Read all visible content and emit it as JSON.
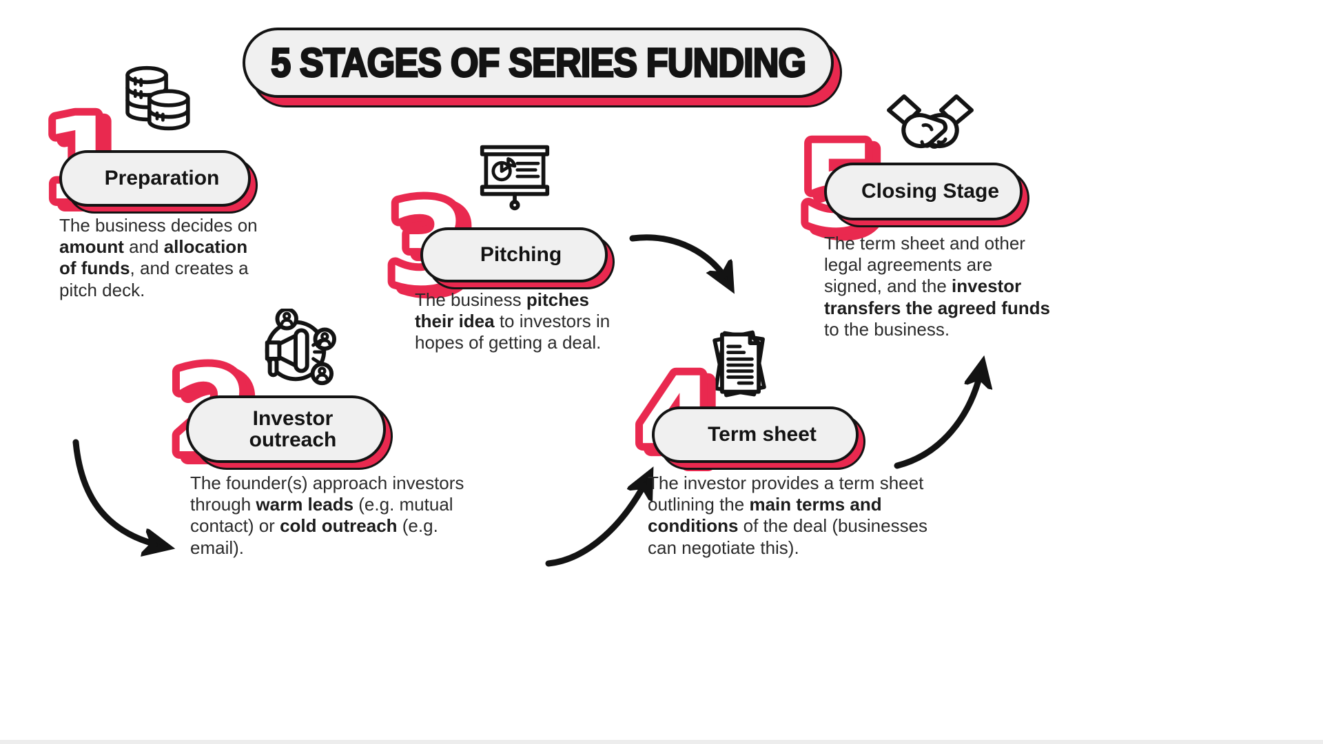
{
  "title": "5 STAGES OF SERIES FUNDING",
  "colors": {
    "accent": "#e9294f",
    "outline": "#131313",
    "pill_background": "#f0f0f0",
    "body_text": "#2b2b2b",
    "page_background": "#ffffff"
  },
  "stages": [
    {
      "number": "1",
      "label": "Preparation",
      "icon": "coins-icon",
      "description": [
        {
          "text": "The business decides on ",
          "bold": false
        },
        {
          "text": "amount",
          "bold": true
        },
        {
          "text": " and ",
          "bold": false
        },
        {
          "text": "allocation of funds",
          "bold": true
        },
        {
          "text": ", and creates a pitch deck.",
          "bold": false
        }
      ]
    },
    {
      "number": "2",
      "label": "Investor\noutreach",
      "icon": "megaphone-icon",
      "description": [
        {
          "text": "The founder(s) approach investors through ",
          "bold": false
        },
        {
          "text": "warm leads",
          "bold": true
        },
        {
          "text": " (e.g. mutual contact) or ",
          "bold": false
        },
        {
          "text": "cold outreach",
          "bold": true
        },
        {
          "text": " (e.g. email).",
          "bold": false
        }
      ]
    },
    {
      "number": "3",
      "label": "Pitching",
      "icon": "presentation-icon",
      "description": [
        {
          "text": "The business ",
          "bold": false
        },
        {
          "text": "pitches their idea",
          "bold": true
        },
        {
          "text": " to investors in hopes of getting a deal.",
          "bold": false
        }
      ]
    },
    {
      "number": "4",
      "label": "Term sheet",
      "icon": "documents-icon",
      "description": [
        {
          "text": "The investor provides a term sheet outlining the ",
          "bold": false
        },
        {
          "text": "main terms and conditions",
          "bold": true
        },
        {
          "text": " of the deal (businesses can negotiate this).",
          "bold": false
        }
      ]
    },
    {
      "number": "5",
      "label": "Closing Stage",
      "icon": "handshake-icon",
      "description": [
        {
          "text": "The term sheet and other legal agreements are signed, and the ",
          "bold": false
        },
        {
          "text": "investor transfers the agreed funds",
          "bold": true
        },
        {
          "text": " to the business.",
          "bold": false
        }
      ]
    }
  ]
}
